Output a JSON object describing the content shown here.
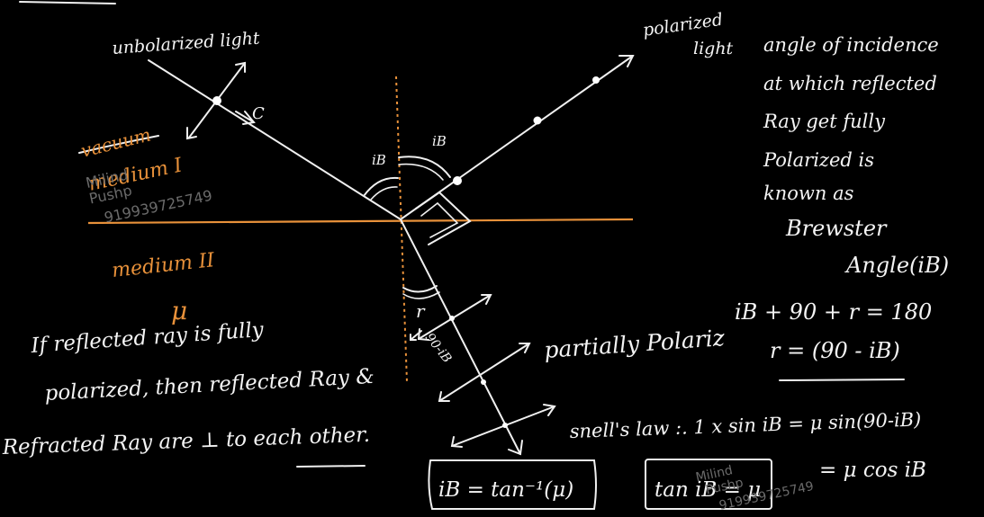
{
  "labels": {
    "unpolarized_light": "unbolarized light",
    "point_c": "C",
    "polarized_light_1": "polarized",
    "polarized_light_2": "light",
    "vacuum": "vacuum",
    "medium_1": "medium I",
    "medium_2": "medium II",
    "mu": "μ",
    "angle_ib_left": "iB",
    "angle_ib_right": "iB",
    "angle_r": "r",
    "angle_90_minus_ib": "90-iB",
    "partially_polarized": "partially Polariz"
  },
  "notes": {
    "brewster_definition": [
      "angle of incidence",
      "at which reflected",
      "Ray get fully",
      "Polarized is",
      "known as",
      "Brewster",
      "Angle(iB)"
    ],
    "perpendicular_condition": [
      "If reflected ray is fully",
      "polarized, then reflected Ray &",
      "Refracted Ray are ⊥ to each other."
    ]
  },
  "equations": {
    "sum": "iB + 90 + r = 180",
    "r_value": "r = (90 - iB)",
    "snell": "snell's law :. 1 x sin iB = μ sin(90-iB)",
    "cos_form": "= μ cos iB",
    "tan_boxed": "tan iB = μ",
    "brewster_boxed": "iB = tan⁻¹(μ)"
  },
  "watermarks": [
    {
      "line1": "Milind",
      "line2": "Pushp",
      "line3": "919939725749"
    },
    {
      "line1": "Milind",
      "line2": "Pushp",
      "line3": "919939725749"
    }
  ],
  "colors": {
    "background": "#000000",
    "ink": "#f4f4f4",
    "accent": "#e8913a"
  }
}
